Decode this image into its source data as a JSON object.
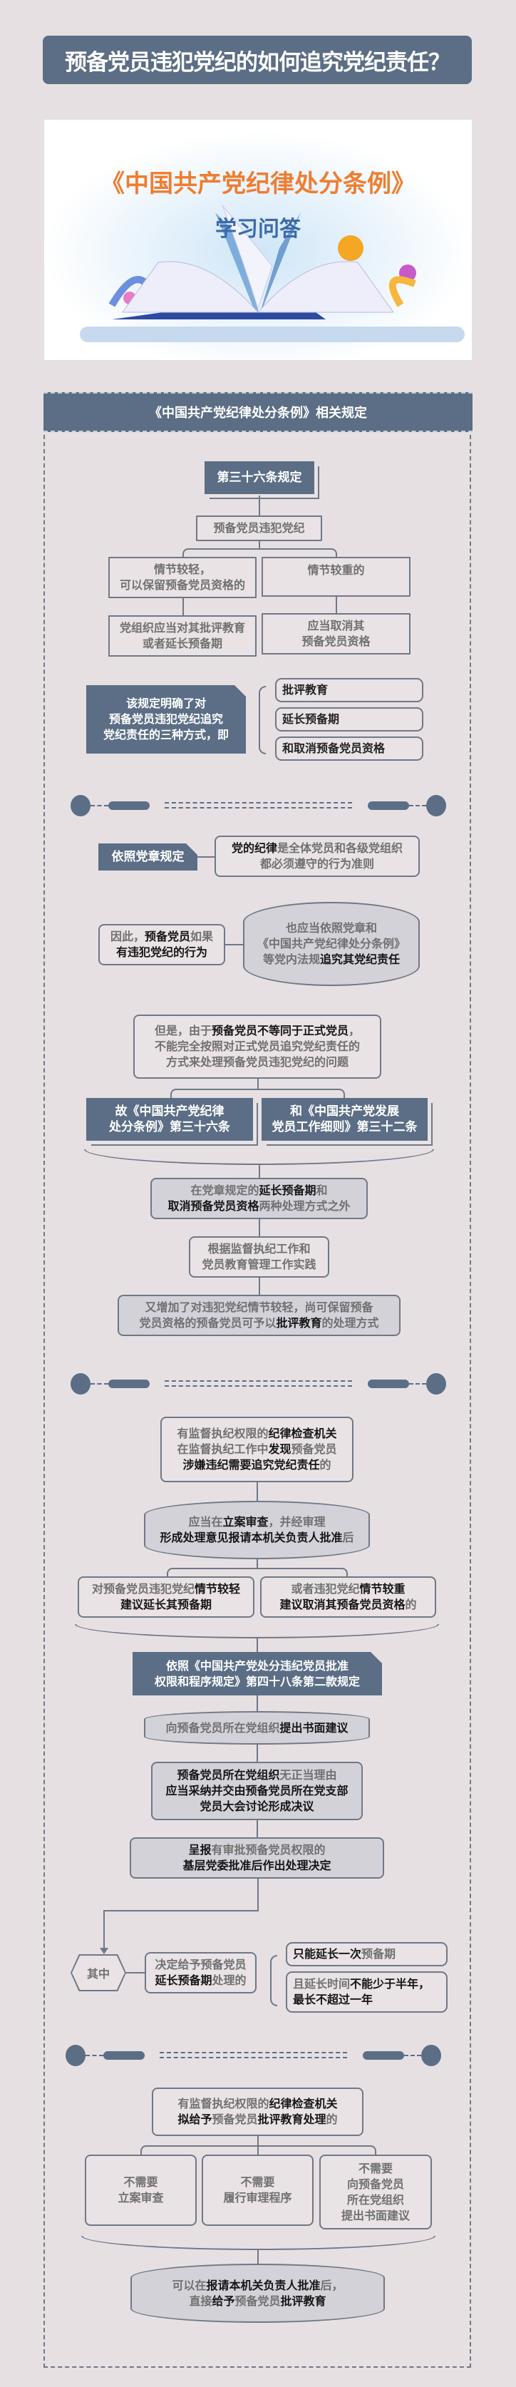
{
  "title": "预备党员违犯党纪的如何追究党纪责任？",
  "hero": {
    "title": "《中国共产党纪律处分条例》",
    "subtitle": "学习问答"
  },
  "section_header": "《中国共产党纪律处分条例》相关规定",
  "theme": {
    "background": "#e7e0e3",
    "accent": "#5b6e85",
    "border": "#6f7886",
    "grey_fill": "#d3d2d8",
    "text_grey": "#707070",
    "text_emphasis": "#151515"
  },
  "part1": {
    "article": "第三十六条规定",
    "violation": "预备党员违犯党纪",
    "light": "情节较轻，\n可以保留预备党员资格的",
    "heavy": "情节较重的",
    "light_result": "党组织应当对其批评教育\n或者延长预备期",
    "heavy_result": "应当取消其\n预备党员资格",
    "note": "该规定明确了对\n预备党员违犯党纪追究\n党纪责任的三种方式，即",
    "methods": [
      "批评教育",
      "延长预备期",
      "和取消预备党员资格"
    ]
  },
  "part2": {
    "charter_label": "依照党章规定",
    "charter_text": [
      {
        "t": "党的纪律",
        "em": true
      },
      {
        "t": "是全体党员和各级党组织\n都必须遵守的行为准则"
      }
    ],
    "therefore": [
      {
        "t": "因此，"
      },
      {
        "t": "预备党员",
        "em": true
      },
      {
        "t": "如果\n"
      },
      {
        "t": "有违犯党纪的行为",
        "em": true
      }
    ],
    "should": [
      {
        "t": "也应当依照党章和\n《中国共产党纪律处分条例》\n等党内法规"
      },
      {
        "t": "追究其党纪责任",
        "em": true
      }
    ],
    "however": [
      {
        "t": "但是，由于"
      },
      {
        "t": "预备党员不等同于正式党员",
        "em": true
      },
      {
        "t": "，\n不能完全按照对正式党员追究党纪责任的\n方式来处理预备党员违犯党纪的问题"
      }
    ],
    "rules": [
      "故《中国共产党纪律\n处分条例》第三十六条",
      "和《中国共产党发展\n党员工作细则》第三十二条"
    ],
    "besides": [
      {
        "t": "在党章规定的"
      },
      {
        "t": "延长预备期",
        "em": true
      },
      {
        "t": "和\n"
      },
      {
        "t": "取消预备党员资格",
        "em": true
      },
      {
        "t": "两种处理方式之外"
      }
    ],
    "based": "根据监督执纪工作和\n党员教育管理工作实践",
    "added": [
      {
        "t": "又增加了对违犯党纪情节较轻，尚可保留预备\n党员资格的预备党员可予以"
      },
      {
        "t": "批评教育",
        "em": true
      },
      {
        "t": "的处理方式"
      }
    ]
  },
  "part3": {
    "found": [
      {
        "t": "有监督执纪权限的"
      },
      {
        "t": "纪律检查机关",
        "em": true
      },
      {
        "t": "\n在监督执纪工作中"
      },
      {
        "t": "发现",
        "em": true
      },
      {
        "t": "预备党员\n"
      },
      {
        "t": "涉嫌违纪需要追究党纪责任",
        "em": true
      },
      {
        "t": "的"
      }
    ],
    "filing": [
      {
        "t": "应当在"
      },
      {
        "t": "立案审查",
        "em": true
      },
      {
        "t": "，并经审理\n"
      },
      {
        "t": "形成处理意见报请本机关负责人批准",
        "em": true
      },
      {
        "t": "后"
      }
    ],
    "light": [
      {
        "t": "对预备党员违犯党纪"
      },
      {
        "t": "情节较轻",
        "em": true
      },
      {
        "t": "\n"
      },
      {
        "t": "建议延长其预备期",
        "em": true
      }
    ],
    "heavy": [
      {
        "t": "或者违犯党纪"
      },
      {
        "t": "情节较重",
        "em": true
      },
      {
        "t": "\n"
      },
      {
        "t": "建议取消其预备党员资格",
        "em": true
      },
      {
        "t": "的"
      }
    ],
    "basis": "依照《中国共产党处分违纪党员批准\n权限和程序规定》第四十八条第二款规定",
    "written": [
      {
        "t": "向预备党员所在党组织"
      },
      {
        "t": "提出书面建议",
        "em": true
      }
    ],
    "adopt": [
      {
        "t": "预备党员所在党组织",
        "em": true
      },
      {
        "t": "无正当理由\n"
      },
      {
        "t": "应当采纳并交由预备党员所在党支部\n党员大会讨论形成决议",
        "em": true
      }
    ],
    "report": [
      {
        "t": "呈报",
        "em": true
      },
      {
        "t": "有审批预备党员权限的\n"
      },
      {
        "t": "基层党委批准后作出处理决定",
        "em": true
      }
    ],
    "among": "其中",
    "extend_decision": [
      {
        "t": "决定给予预备党员\n"
      },
      {
        "t": "延长预备期",
        "em": true
      },
      {
        "t": "处理的"
      }
    ],
    "once": [
      {
        "t": "只能延长一次",
        "em": true
      },
      {
        "t": "预备期"
      }
    ],
    "duration": [
      {
        "t": "且延长时间"
      },
      {
        "t": "不能少于半年，\n最长不超过一年",
        "em": true
      }
    ]
  },
  "part4": {
    "criticize": [
      {
        "t": "有监督执纪权限的"
      },
      {
        "t": "纪律检查机关",
        "em": true
      },
      {
        "t": "\n"
      },
      {
        "t": "拟给予",
        "em": true
      },
      {
        "t": "预备党员"
      },
      {
        "t": "批评教育处理",
        "em": true
      },
      {
        "t": "的"
      }
    ],
    "no_need": [
      "不需要\n立案审查",
      "不需要\n履行审理程序",
      "不需要\n向预备党员\n所在党组织\n提出书面建议"
    ],
    "direct": [
      {
        "t": "可以在"
      },
      {
        "t": "报请本机关负责人批准",
        "em": true
      },
      {
        "t": "后，\n直接"
      },
      {
        "t": "给予",
        "em": true
      },
      {
        "t": "预备党员"
      },
      {
        "t": "批评教育",
        "em": true
      }
    ]
  }
}
